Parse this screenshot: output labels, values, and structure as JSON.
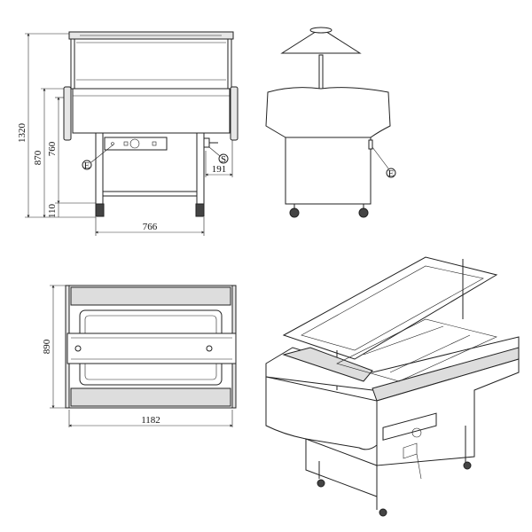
{
  "front_view": {
    "dimensions": {
      "total_height": "1320",
      "counter_height": "870",
      "body_height": "760",
      "leg_clearance": "110",
      "width": "766",
      "side_offset": "191"
    },
    "callouts": {
      "electrical": "E",
      "drain": "S"
    }
  },
  "side_view": {
    "callouts": {
      "electrical": "E"
    }
  },
  "top_view": {
    "dimensions": {
      "depth": "890",
      "length": "1182"
    }
  },
  "colors": {
    "line": "#222222",
    "fill": "#e6e6e6"
  }
}
